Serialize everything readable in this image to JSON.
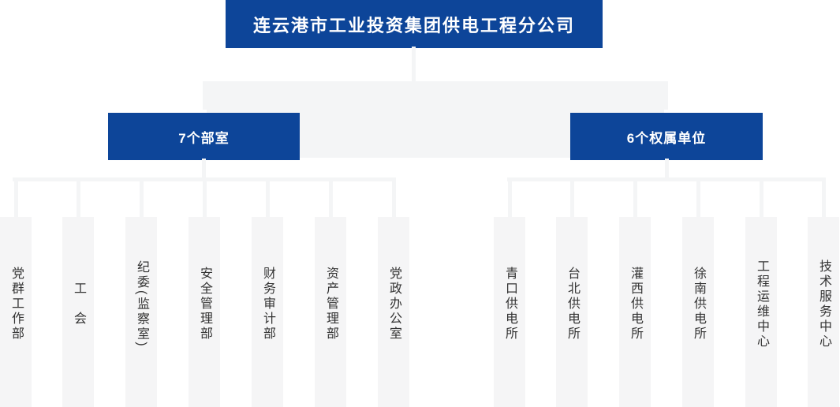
{
  "org_chart": {
    "root": {
      "label": "连云港市工业投资集团供电工程分公司"
    },
    "groups": [
      {
        "label": "7个部室",
        "children": [
          "党群工作部",
          "工　会",
          "纪委(监察室)",
          "安全管理部",
          "财务审计部",
          "资产管理部",
          "党政办公室"
        ]
      },
      {
        "label": "6个权属单位",
        "children": [
          "青口供电所",
          "台北供电所",
          "灌西供电所",
          "徐南供电所",
          "工程运维中心",
          "技术服务中心"
        ]
      }
    ],
    "colors": {
      "node_blue": "#0d4599",
      "connector_gray": "#f4f5f6",
      "leaf_bg": "#f5f5f6",
      "leaf_text": "#333333",
      "node_text": "#ffffff"
    }
  }
}
